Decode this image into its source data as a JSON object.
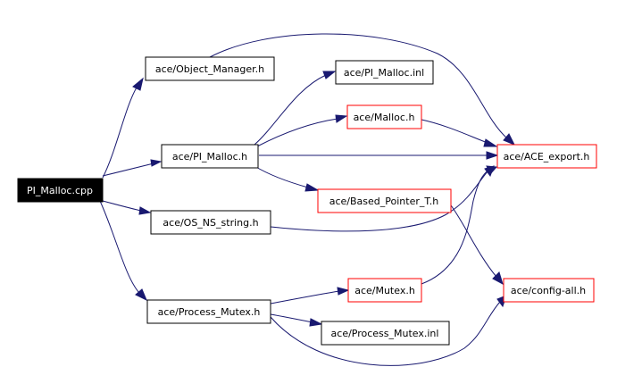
{
  "nodes": {
    "root": {
      "label": "PI_Malloc.cpp",
      "style": "root"
    },
    "object_manager": {
      "label": "ace/Object_Manager.h",
      "style": "normal"
    },
    "pi_malloc_inl": {
      "label": "ace/PI_Malloc.inl",
      "style": "normal"
    },
    "malloc_h": {
      "label": "ace/Malloc.h",
      "style": "red"
    },
    "pi_malloc_h": {
      "label": "ace/PI_Malloc.h",
      "style": "normal"
    },
    "ace_export": {
      "label": "ace/ACE_export.h",
      "style": "red"
    },
    "based_pointer": {
      "label": "ace/Based_Pointer_T.h",
      "style": "red"
    },
    "os_ns_string": {
      "label": "ace/OS_NS_string.h",
      "style": "normal"
    },
    "config_all": {
      "label": "ace/config-all.h",
      "style": "red"
    },
    "mutex_h": {
      "label": "ace/Mutex.h",
      "style": "red"
    },
    "process_mutex_h": {
      "label": "ace/Process_Mutex.h",
      "style": "normal"
    },
    "process_mutex_inl": {
      "label": "ace/Process_Mutex.inl",
      "style": "normal"
    }
  },
  "colors": {
    "edge": "#191970",
    "red_border": "#ff0000",
    "normal_border": "#000000",
    "root_fill": "#000000",
    "root_text": "#ffffff"
  }
}
